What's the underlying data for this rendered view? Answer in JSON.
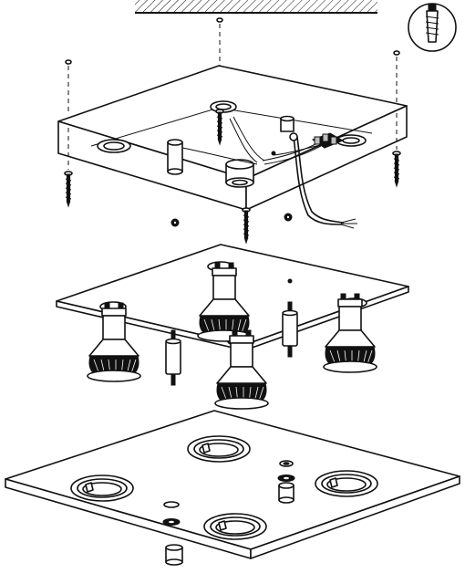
{
  "diagram": {
    "kind": "exploded-assembly",
    "labels": []
  },
  "parts": {
    "ceiling": "ceiling-hatch",
    "wall_plug": "wall-plug-icon",
    "screws": 4,
    "canopy_holes": 3,
    "spotlights": 4,
    "spacers": 2,
    "bezel_rings": 4
  }
}
